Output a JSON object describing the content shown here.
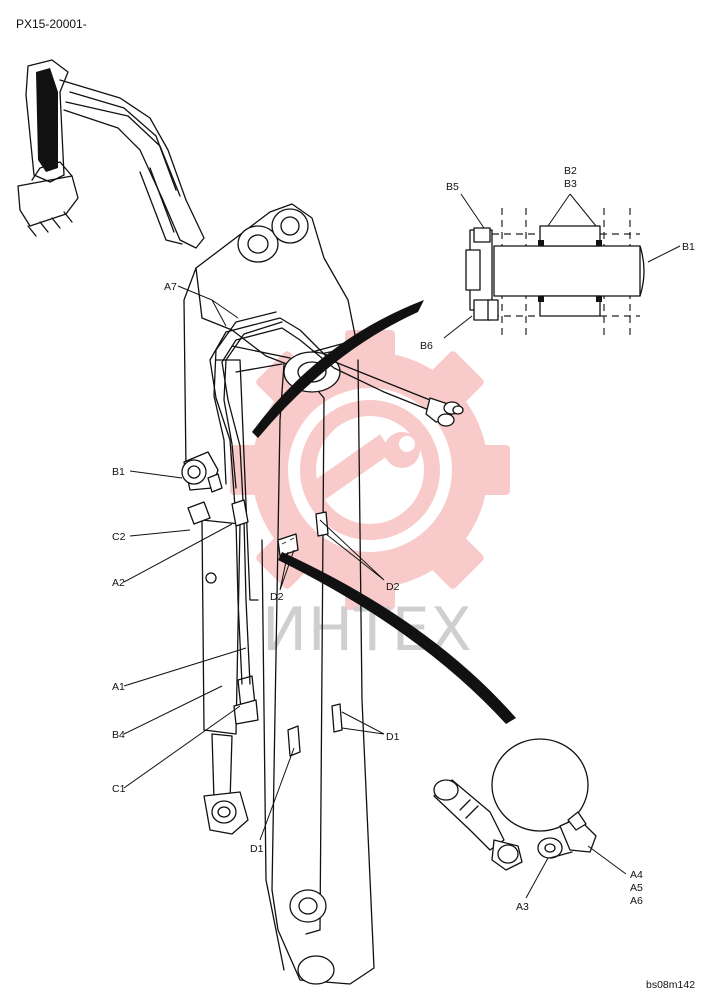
{
  "header": {
    "model_code": "PX15-20001-"
  },
  "footer": {
    "figure_code": "bs08m142"
  },
  "watermark": {
    "text": "ИНТЕХ",
    "color": "#f4a8a8"
  },
  "callouts": {
    "a7": "A7",
    "b1_left": "B1",
    "c2": "C2",
    "a2": "A2",
    "a1": "A1",
    "b4": "B4",
    "c1": "C1",
    "d1_lower": "D1",
    "d1_right": "D1",
    "d2_left": "D2",
    "d2_right": "D2",
    "b5": "B5",
    "b2": "B2",
    "b3": "B3",
    "b1_detail": "B1",
    "b6": "B6",
    "a3": "A3",
    "a4": "A4",
    "a5": "A5",
    "a6": "A6"
  },
  "icons": {
    "thumbnail": "excavator-boom-arm-thumbnail-icon",
    "watermark_logo": "gear-wrench-logo-icon"
  }
}
